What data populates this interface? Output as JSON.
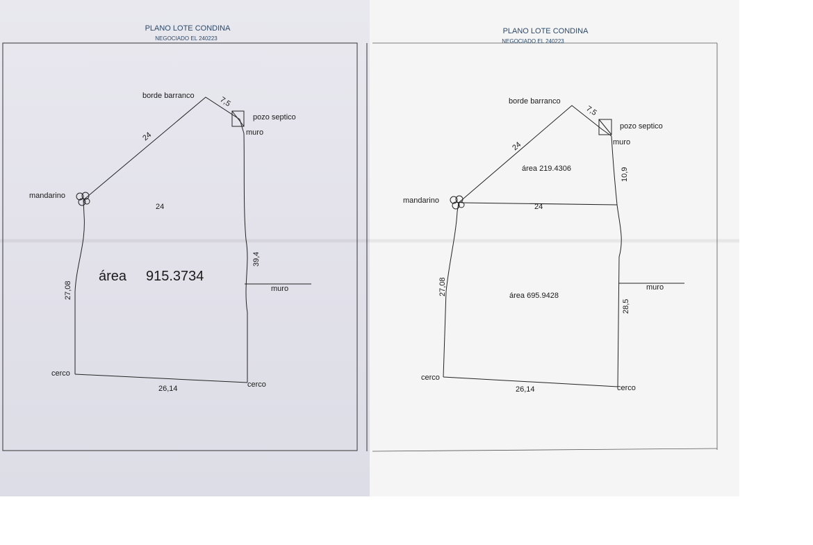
{
  "left_plan": {
    "title": "PLANO LOTE CONDINA",
    "subtitle": "NEGOCIADO EL 240223",
    "labels": {
      "borde": "borde barranco",
      "pozo": "pozo septico",
      "muro_top": "muro",
      "muro_mid": "muro",
      "mandarino": "mandarino",
      "cerco_left": "cerco",
      "cerco_right": "cerco"
    },
    "measures": {
      "m_24_diag": "24",
      "m_7_5": "7,5",
      "m_24_center": "24",
      "m_39_4": "39,4",
      "m_27_08": "27,08",
      "m_26_14": "26,14"
    },
    "area_label": "área",
    "area_value": "915.3734"
  },
  "right_plan": {
    "title": "PLANO LOTE CONDINA",
    "subtitle": "NEGOCIADO EL 240223",
    "labels": {
      "borde": "borde barranco",
      "pozo": "pozo septico",
      "muro_top": "muro",
      "muro_mid": "muro",
      "mandarino": "mandarino",
      "cerco_left": "cerco",
      "cerco_right": "cerco"
    },
    "measures": {
      "m_24_diag": "24",
      "m_7_5": "7,5",
      "m_10_9": "10,9",
      "m_24_line": "24",
      "m_28_5": "28,5",
      "m_27_08": "27,08",
      "m_26_14": "26,14"
    },
    "area_top": "área  219.4306",
    "area_bottom": "área  695.9428"
  }
}
